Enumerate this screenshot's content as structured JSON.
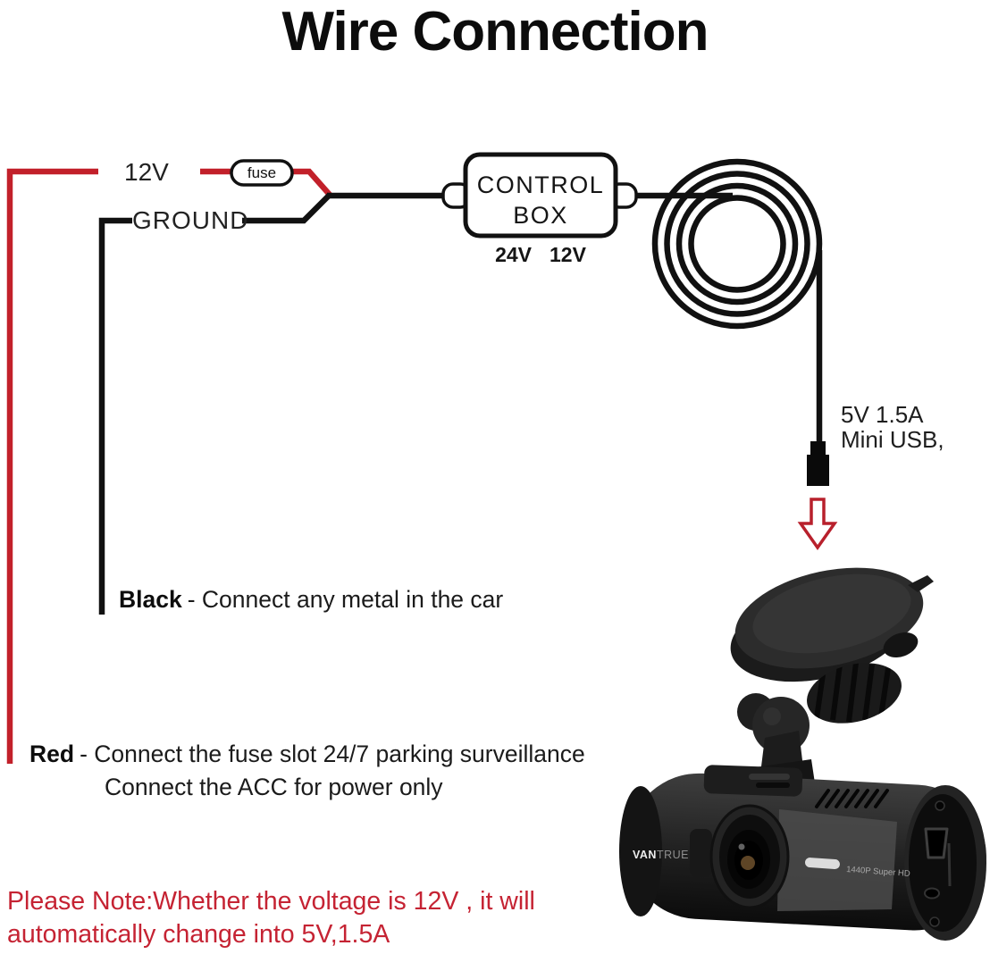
{
  "page": {
    "title": "Wire Connection"
  },
  "diagram": {
    "power_label": "12V",
    "ground_label": "GROUND",
    "fuse_label": "fuse",
    "control_box": {
      "line1": "CONTROL",
      "line2": "BOX",
      "input1": "24V",
      "input2": "12V"
    },
    "usb_note": {
      "line1": "5V 1.5A",
      "line2": "Mini USB,"
    },
    "colors": {
      "wire_red": "#c2202a",
      "wire_black": "#111111",
      "arrow_red": "#b8202c"
    }
  },
  "legend": {
    "black": {
      "term": "Black",
      "desc": "- Connect any metal in the car"
    },
    "red": {
      "term": "Red",
      "desc": "- Connect the fuse slot 24/7 parking surveillance",
      "desc2": "Connect the ACC for power only"
    }
  },
  "note": {
    "line1": "Please Note:Whether the voltage is 12V , it will",
    "line2": "automatically change into 5V,1.5A",
    "color": "#c52333"
  },
  "camera": {
    "brand_bold": "VAN",
    "brand_light": "TRUE",
    "model": "1440P Super HD"
  }
}
